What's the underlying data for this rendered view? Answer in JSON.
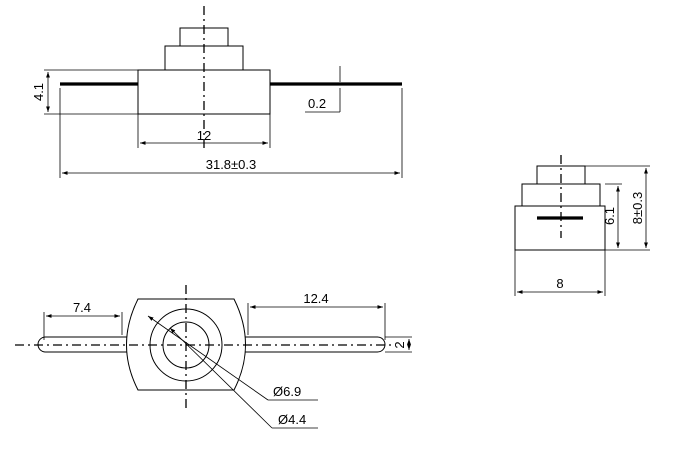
{
  "front_view": {
    "height_label": "4.1",
    "pin_thickness_label": "0.2",
    "body_width_label": "12",
    "overall_length_label": "31.8±0.3"
  },
  "side_view": {
    "body_height_label": "6.1",
    "total_height_label": "8±0.3",
    "width_label": "8"
  },
  "top_view": {
    "pin_left_label": "7.4",
    "pin_right_label": "12.4",
    "pin_width_label": "2",
    "outer_diameter_label": "Ø6.9",
    "inner_diameter_label": "Ø4.4"
  }
}
